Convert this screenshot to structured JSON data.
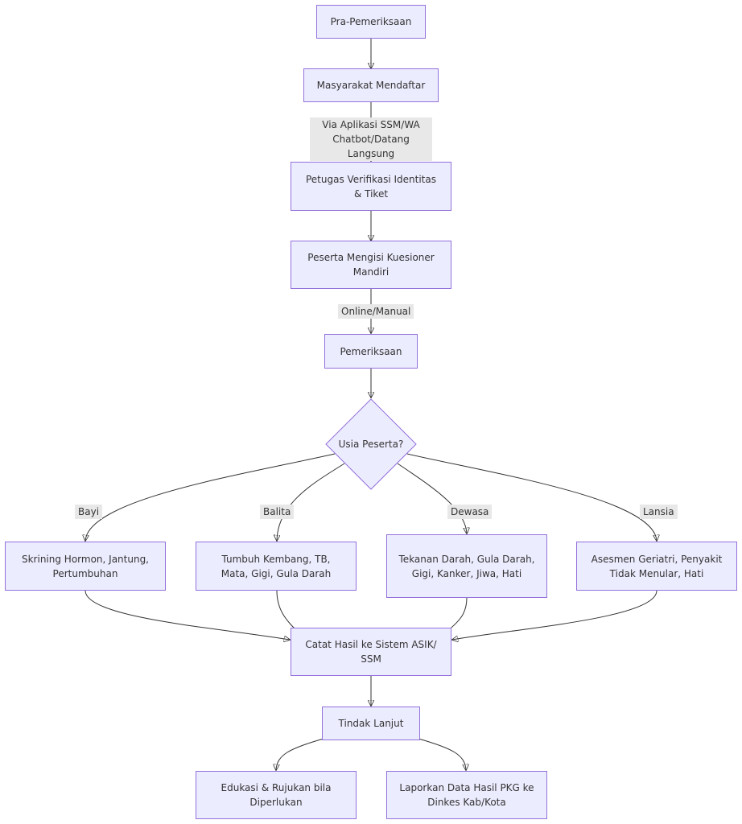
{
  "colors": {
    "node_fill": "#ececff",
    "node_border": "#9370db",
    "edge": "#333333",
    "label_bg": "#e8e8e8"
  },
  "nodes": {
    "pra": "Pra-Pemeriksaan",
    "daftar": "Masyarakat Mendaftar",
    "verifikasi": "Petugas Verifikasi Identitas & Tiket",
    "kuesioner": "Peserta Mengisi Kuesioner Mandiri",
    "pemeriksaan": "Pemeriksaan",
    "usia": "Usia Peserta?",
    "bayi": "Skrining Hormon, Jantung, Pertumbuhan",
    "balita": "Tumbuh Kembang, TB, Mata, Gigi, Gula Darah",
    "dewasa": "Tekanan Darah, Gula Darah, Gigi, Kanker, Jiwa, Hati",
    "lansia": "Asesmen Geriatri, Penyakit Tidak Menular, Hati",
    "catat": "Catat Hasil ke Sistem ASIK/ SSM",
    "tindak": "Tindak Lanjut",
    "edukasi": "Edukasi & Rujukan bila Diperlukan",
    "laporkan": "Laporkan Data Hasil PKG ke Dinkes Kab/Kota"
  },
  "edge_labels": {
    "via": "Via Aplikasi SSM/WA\nChatbot/Datang Langsung",
    "online": "Online/Manual",
    "bayi": "Bayi",
    "balita": "Balita",
    "dewasa": "Dewasa",
    "lansia": "Lansia"
  }
}
